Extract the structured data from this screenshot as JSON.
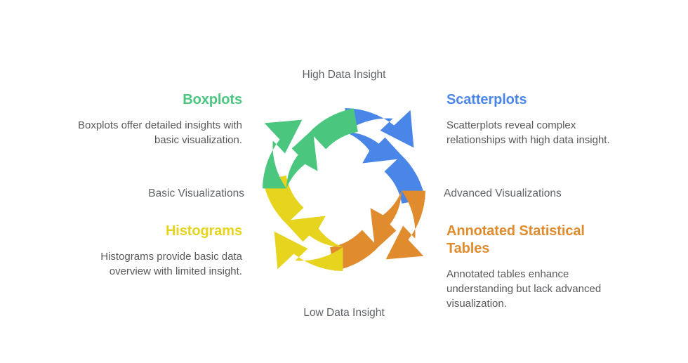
{
  "axes": {
    "top": "High Data Insight",
    "bottom": "Low Data Insight",
    "left": "Basic Visualizations",
    "right": "Advanced Visualizations"
  },
  "quadrants": [
    {
      "id": "boxplots",
      "title": "Boxplots",
      "description": "Boxplots offer detailed insights with basic visualization.",
      "color": "#4ac67e",
      "position": "top-left",
      "align": "right"
    },
    {
      "id": "scatterplots",
      "title": "Scatterplots",
      "description": "Scatterplots reveal complex relationships with high data insight.",
      "color": "#4a86e8",
      "position": "top-right",
      "align": "left"
    },
    {
      "id": "histograms",
      "title": "Histograms",
      "description": "Histograms provide basic data overview with limited insight.",
      "color": "#e6d41e",
      "position": "bottom-left",
      "align": "right"
    },
    {
      "id": "annotated-statistical-tables",
      "title": "Annotated Statistical Tables",
      "description": "Annotated tables enhance understanding but lack advanced visualization.",
      "color": "#e08b2d",
      "position": "bottom-right",
      "align": "left"
    }
  ],
  "cycle": {
    "name": "four-segment-circular-arrow-cycle",
    "segments": [
      {
        "id": "segment-top-right",
        "label": "Scatterplots",
        "color": "#4a86e8",
        "rotation": 0
      },
      {
        "id": "segment-bottom-right",
        "label": "Annotated Statistical Tables",
        "color": "#e08b2d",
        "rotation": 90
      },
      {
        "id": "segment-bottom-left",
        "label": "Histograms",
        "color": "#e6d41e",
        "rotation": 180
      },
      {
        "id": "segment-top-left",
        "label": "Boxplots",
        "color": "#4ac67e",
        "rotation": 270
      }
    ]
  },
  "colors": {
    "background": "#ffffff",
    "axis_text": "#5f6368",
    "body_text": "#58595b",
    "green": "#4ac67e",
    "blue": "#4a86e8",
    "yellow": "#e6d41e",
    "orange": "#e08b2d"
  }
}
